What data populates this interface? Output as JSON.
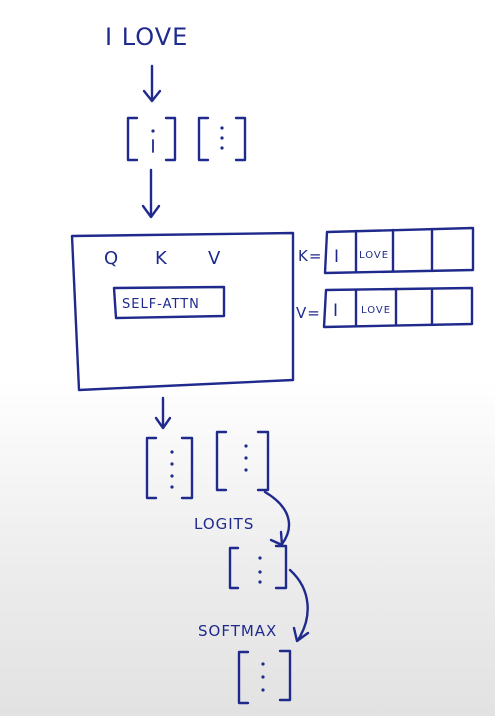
{
  "input_text": "I LOVE",
  "attention_block": {
    "q_label": "Q",
    "k_label": "K",
    "v_label": "V",
    "inner_label": "SELF-ATTN"
  },
  "k_cache": {
    "label": "K=",
    "cells": [
      "I",
      "LOVE",
      "",
      ""
    ]
  },
  "v_cache": {
    "label": "V=",
    "cells": [
      "I",
      "LOVE",
      "",
      ""
    ]
  },
  "logits_label": "LOGITS",
  "softmax_label": "SOFTMAX"
}
